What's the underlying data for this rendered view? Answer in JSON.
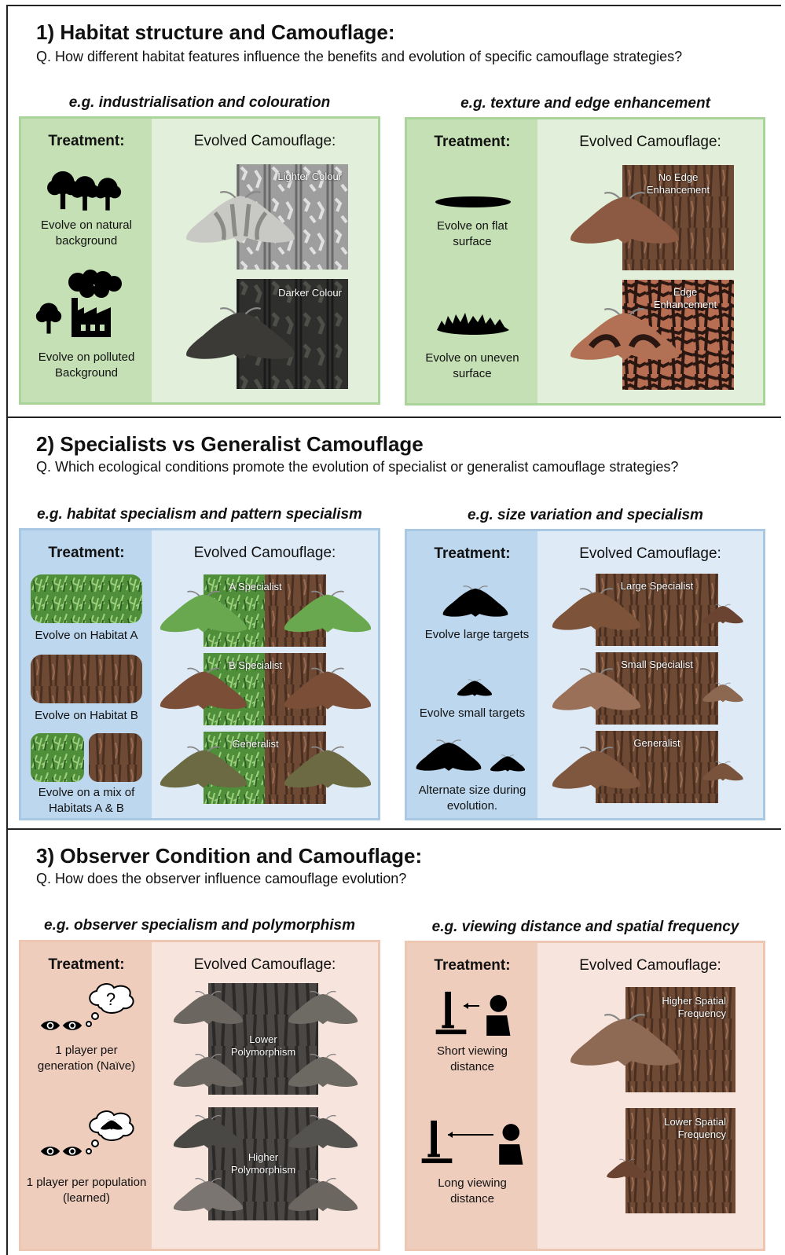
{
  "common": {
    "treatment": "Treatment:",
    "evolved": "Evolved Camouflage:"
  },
  "s1": {
    "title": "1) Habitat structure and Camouflage:",
    "question": "Q. How different habitat features influence the benefits and evolution of specific camouflage strategies?",
    "left": {
      "eg": "e.g. industrialisation and colouration",
      "cap1": "Evolve on natural background",
      "cap2": "Evolve on polluted Background",
      "tile1": "Lighter Colour",
      "tile2": "Darker Colour"
    },
    "right": {
      "eg": "e.g. texture and edge enhancement",
      "cap1": "Evolve on flat surface",
      "cap2": "Evolve on uneven surface",
      "tile1": "No Edge Enhancement",
      "tile2": "Edge Enhancement"
    }
  },
  "s2": {
    "title": "2) Specialists vs Generalist Camouflage",
    "question": "Q. Which ecological conditions promote the evolution of specialist or generalist camouflage strategies?",
    "left": {
      "eg": "e.g. habitat specialism and pattern specialism",
      "cap1": "Evolve on Habitat A",
      "cap2": "Evolve on Habitat B",
      "cap3": "Evolve on a mix of Habitats A & B",
      "tile1": "A Specialist",
      "tile2": "B Specialist",
      "tile3": "Generalist"
    },
    "right": {
      "eg": "e.g. size variation and specialism",
      "cap1": "Evolve large targets",
      "cap2": "Evolve small targets",
      "cap3": "Alternate size during evolution.",
      "tile1": "Large Specialist",
      "tile2": "Small Specialist",
      "tile3": "Generalist"
    }
  },
  "s3": {
    "title": "3) Observer Condition and Camouflage:",
    "question": "Q. How does the observer influence camouflage evolution?",
    "left": {
      "eg": "e.g. observer specialism and polymorphism",
      "cap1": "1 player per generation (Naïve)",
      "cap2": "1 player per population (learned)",
      "tile1": "Lower Polymorphism",
      "tile2": "Higher Polymorphism",
      "thought": "?"
    },
    "right": {
      "eg": "e.g. viewing distance and spatial frequency",
      "cap1": "Short viewing distance",
      "cap2": "Long viewing distance",
      "tile1": "Higher Spatial Frequency",
      "tile2": "Lower Spatial Frequency"
    }
  }
}
